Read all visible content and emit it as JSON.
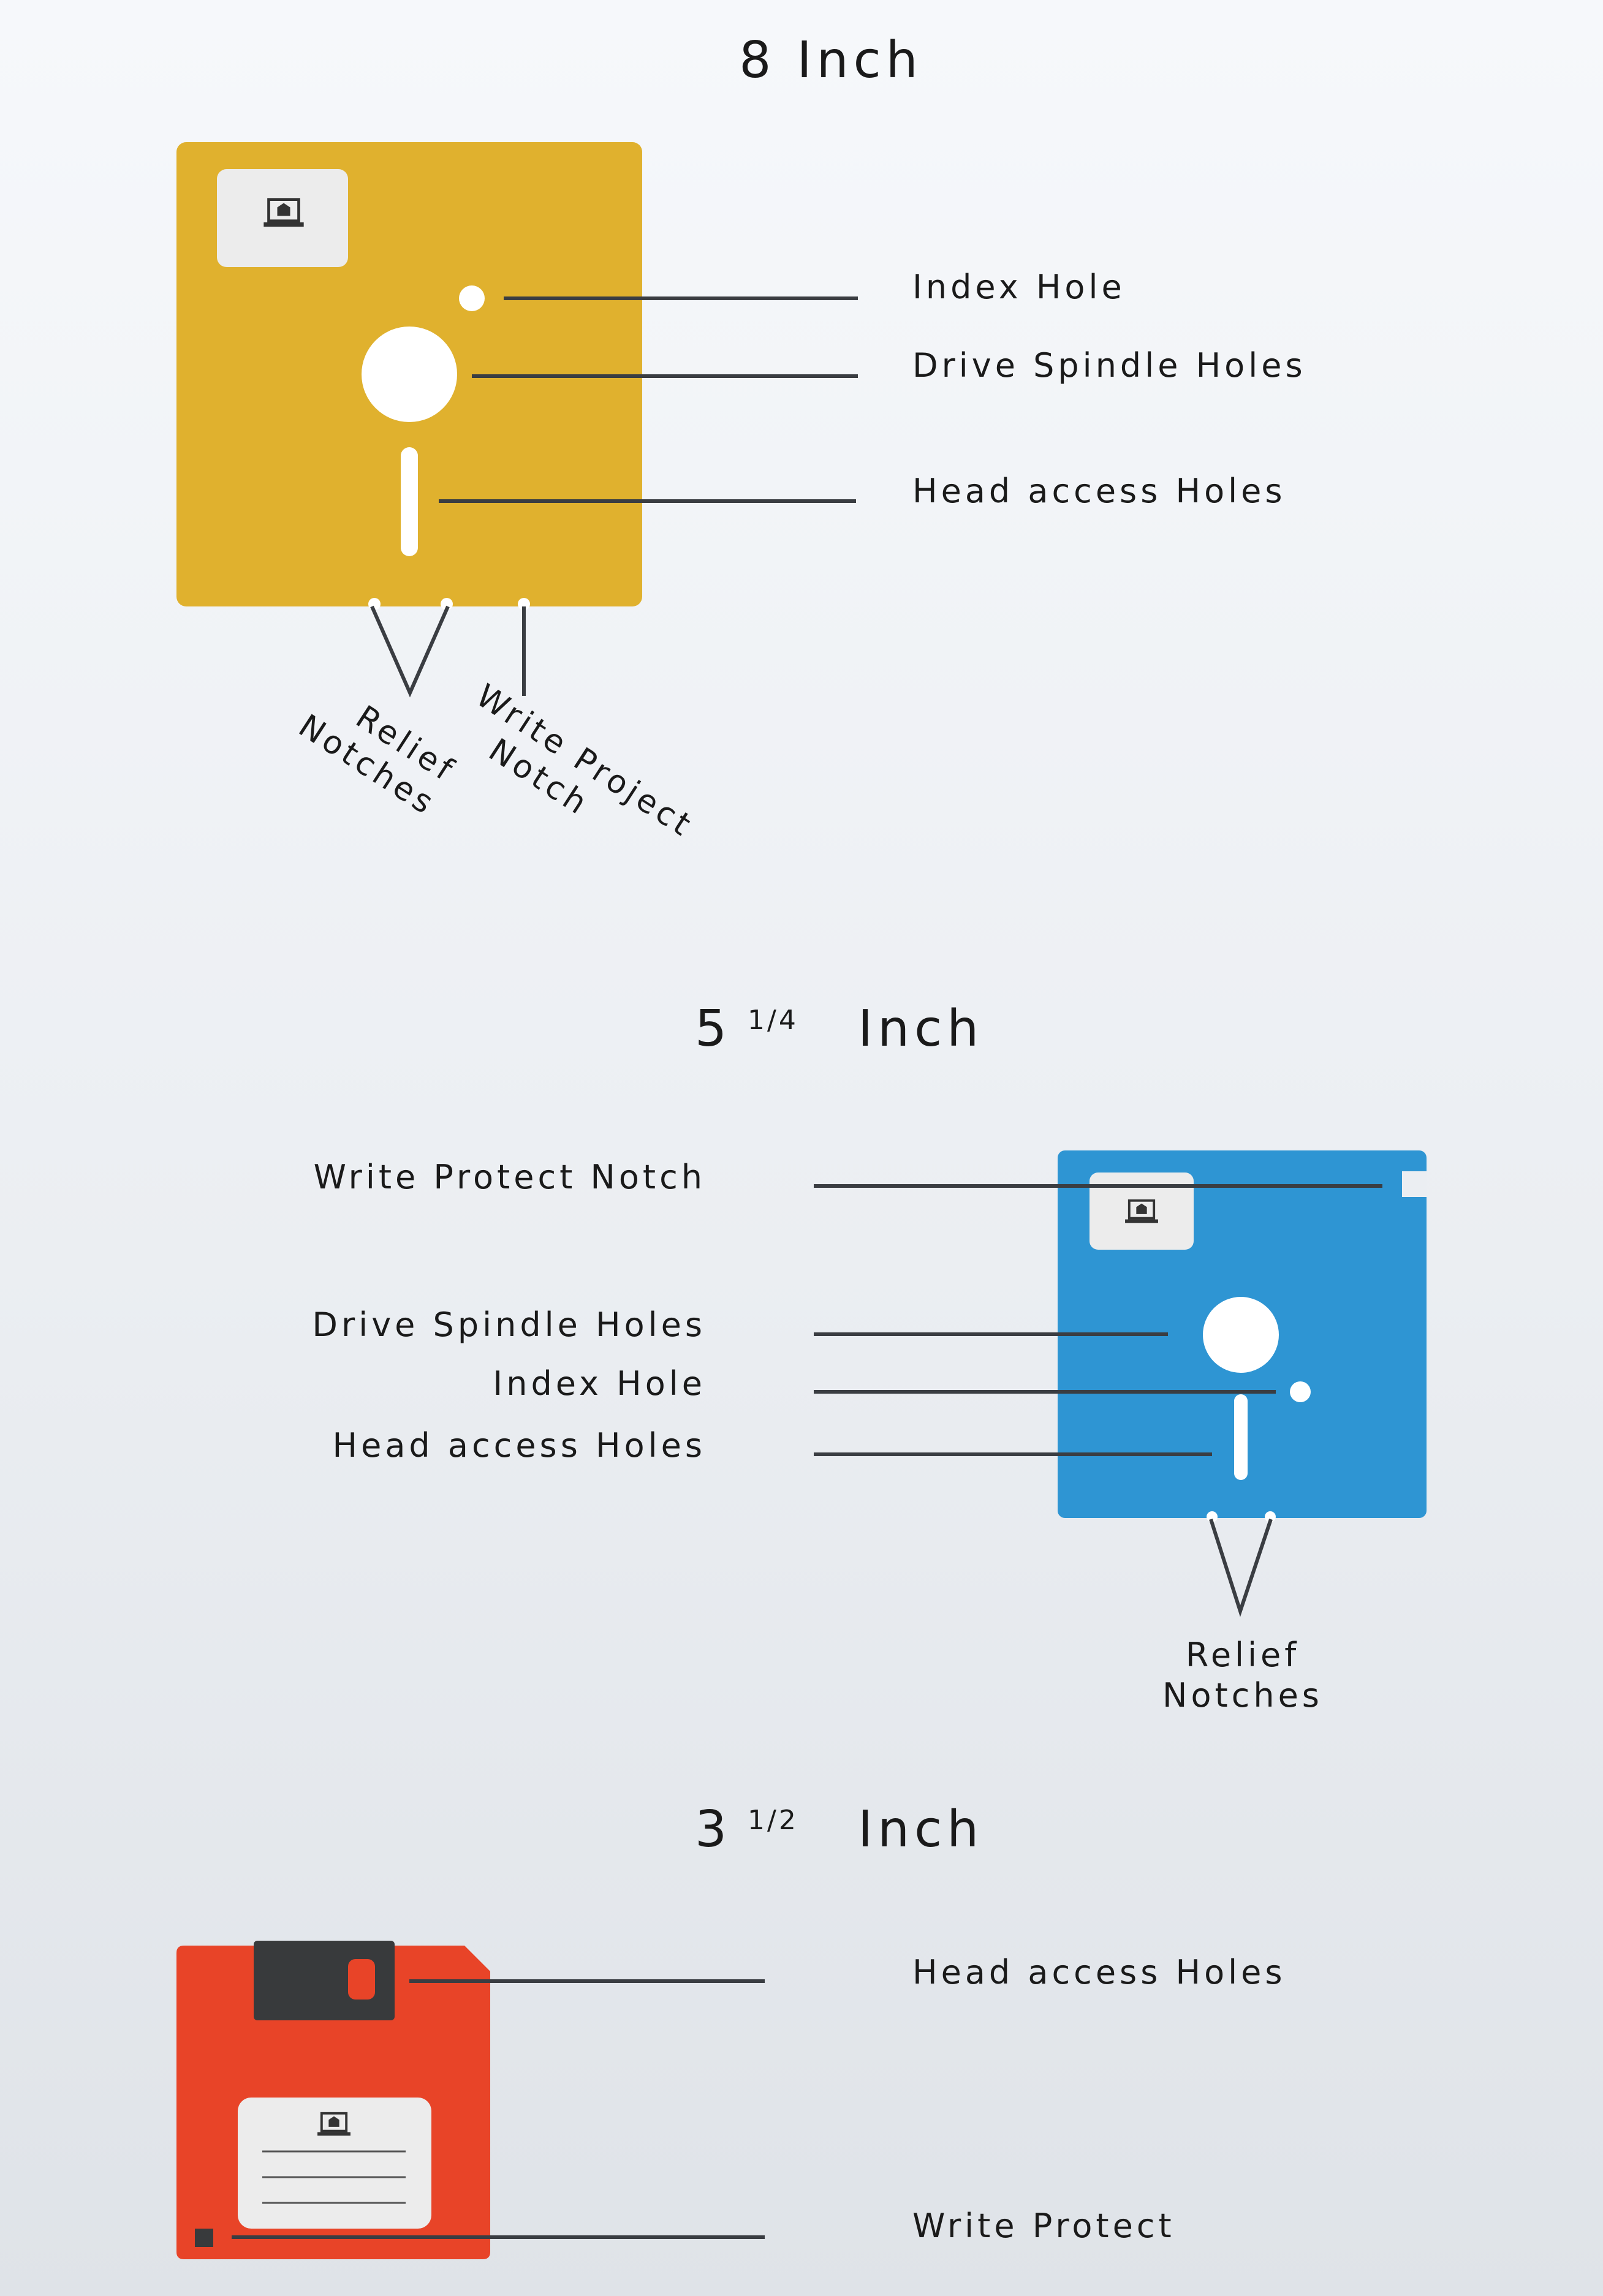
{
  "sections": {
    "eight": {
      "title": "8 Inch",
      "color": "#E0B12E",
      "labels": {
        "index_hole": "Index Hole",
        "drive_spindle": "Drive Spindle Holes",
        "head_access": "Head access Holes",
        "relief_line1": "Relief",
        "relief_line2": "Notches",
        "write_line1": "Write Project",
        "write_line2": "Notch"
      }
    },
    "five": {
      "title_num": "5",
      "title_frac": "1/4",
      "title_unit": "Inch",
      "color": "#2E95D3",
      "labels": {
        "write_protect_notch": "Write Protect Notch",
        "drive_spindle": "Drive Spindle Holes",
        "index_hole": "Index Hole",
        "head_access": "Head access Holes",
        "relief_line1": "Relief",
        "relief_line2": "Notches"
      }
    },
    "three": {
      "title_num": "3",
      "title_frac": "1/2",
      "title_unit": "Inch",
      "color": "#E84428",
      "shutter_color": "#383A3C",
      "labels": {
        "head_access": "Head access Holes",
        "write_protect": "Write Protect"
      }
    }
  },
  "colors": {
    "text": "#1a1a1a",
    "line": "#3a3d42",
    "label_bg": "#ececec",
    "icon": "#333333"
  }
}
